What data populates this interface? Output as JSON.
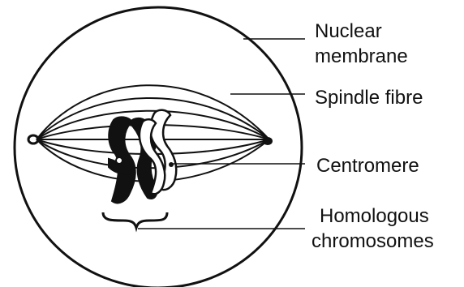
{
  "labels": {
    "nuclear_membrane_line1": "Nuclear",
    "nuclear_membrane_line2": "membrane",
    "spindle_fibre": "Spindle fibre",
    "centromere": "Centromere",
    "homologous_line1": "Homologous",
    "homologous_line2": "chromosomes"
  },
  "colors": {
    "ink": "#111111",
    "background": "#ffffff"
  }
}
